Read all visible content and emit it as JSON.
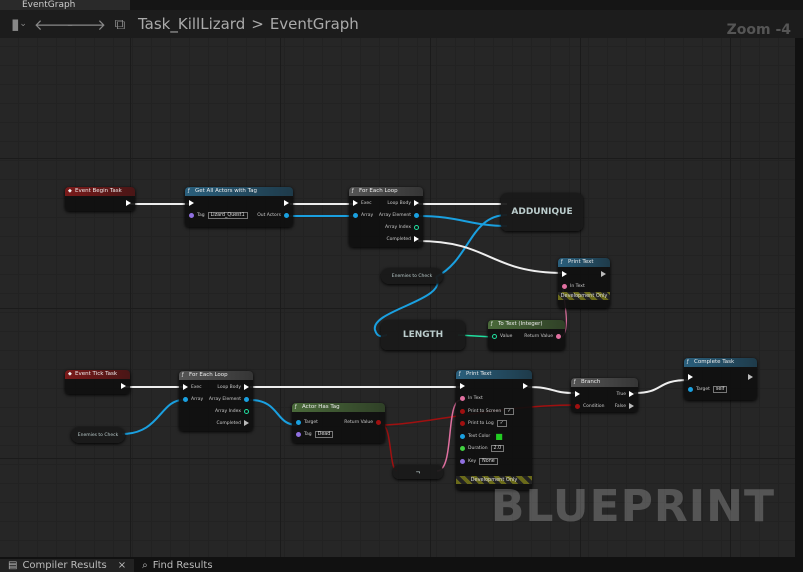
{
  "doc_tab": "EventGraph",
  "breadcrumb": {
    "blueprint": "Task_KillLizard",
    "separator": ">",
    "graph": "EventGraph"
  },
  "zoom_label": "Zoom -4",
  "watermark": "BLUEPRINT",
  "bottom_tabs": [
    {
      "label": "Compiler Results",
      "close": "×"
    },
    {
      "label": "Find Results"
    }
  ],
  "colors": {
    "event": "#7a1a1a",
    "function": "#2a5f7c",
    "pure": "#4a6a3a",
    "flow": "#555555",
    "exec": "#ffffff",
    "object": "#1aa0e0",
    "bool": "#a01010",
    "string": "#e070a0",
    "name": "#9070e0",
    "float": "#40d040",
    "int": "#20e0a0"
  },
  "nodes": [
    {
      "id": "begin",
      "title": "Event Begin Task",
      "type": "event",
      "left": [],
      "right": [
        {
          "t": "exec",
          "l": ""
        }
      ]
    },
    {
      "id": "getall",
      "title": "Get All Actors with Tag",
      "type": "function",
      "left": [
        {
          "t": "exec",
          "l": ""
        },
        {
          "t": "name",
          "l": "Tag",
          "v": "Lizard_Quest1"
        }
      ],
      "right": [
        {
          "t": "exec",
          "l": ""
        },
        {
          "t": "object",
          "l": "Out Actors"
        }
      ]
    },
    {
      "id": "loop1",
      "title": "For Each Loop",
      "type": "flow",
      "left": [
        {
          "t": "exec",
          "l": "Exec"
        },
        {
          "t": "object",
          "l": "Array"
        }
      ],
      "right": [
        {
          "t": "exec",
          "l": "Loop Body"
        },
        {
          "t": "object",
          "l": "Array Element"
        },
        {
          "t": "int",
          "l": "Array Index"
        },
        {
          "t": "exec",
          "l": "Completed"
        }
      ]
    },
    {
      "id": "print1",
      "title": "Print Text",
      "type": "function",
      "left": [
        {
          "t": "exec",
          "l": ""
        },
        {
          "t": "string",
          "l": "In Text"
        }
      ],
      "right": [
        {
          "t": "exech",
          "l": ""
        }
      ],
      "dev": "Development Only"
    },
    {
      "id": "totext",
      "title": "To Text (Integer)",
      "type": "pure",
      "left": [
        {
          "t": "int",
          "l": "Value"
        }
      ],
      "right": [
        {
          "t": "string",
          "l": "Return Value"
        }
      ]
    },
    {
      "id": "tick",
      "title": "Event Tick Task",
      "type": "event",
      "left": [],
      "right": [
        {
          "t": "exec",
          "l": ""
        }
      ]
    },
    {
      "id": "loop2",
      "title": "For Each Loop",
      "type": "flow",
      "left": [
        {
          "t": "exec",
          "l": "Exec"
        },
        {
          "t": "object",
          "l": "Array"
        }
      ],
      "right": [
        {
          "t": "exec",
          "l": "Loop Body"
        },
        {
          "t": "object",
          "l": "Array Element"
        },
        {
          "t": "int",
          "l": "Array Index"
        },
        {
          "t": "exech",
          "l": "Completed"
        }
      ]
    },
    {
      "id": "hastag",
      "title": "Actor Has Tag",
      "subtitle": "Target is Actor",
      "type": "pure",
      "left": [
        {
          "t": "object",
          "l": "Target"
        },
        {
          "t": "name",
          "l": "Tag",
          "v": "Dead"
        }
      ],
      "right": [
        {
          "t": "bool",
          "l": "Return Value"
        }
      ]
    },
    {
      "id": "print2",
      "title": "Print Text",
      "type": "function",
      "left": [
        {
          "t": "exec",
          "l": ""
        },
        {
          "t": "string",
          "l": "In Text"
        },
        {
          "t": "bool",
          "l": "Print to Screen",
          "v": "✓"
        },
        {
          "t": "bool",
          "l": "Print to Log",
          "v": "✓"
        },
        {
          "t": "object",
          "l": "Text Color",
          "v": "■"
        },
        {
          "t": "float",
          "l": "Duration",
          "v": "2.0"
        },
        {
          "t": "name",
          "l": "Key",
          "v": "None"
        }
      ],
      "right": [
        {
          "t": "exec",
          "l": ""
        }
      ],
      "dev": "Development Only"
    },
    {
      "id": "branch",
      "title": "Branch",
      "type": "flow",
      "left": [
        {
          "t": "exec",
          "l": ""
        },
        {
          "t": "bool",
          "l": "Condition"
        }
      ],
      "right": [
        {
          "t": "exec",
          "l": "True"
        },
        {
          "t": "exech",
          "l": "False"
        }
      ]
    },
    {
      "id": "complete",
      "title": "Complete Task",
      "subtitle": "Target is Narrative Task",
      "type": "function",
      "left": [
        {
          "t": "exec",
          "l": ""
        },
        {
          "t": "object",
          "l": "Target",
          "v": "self"
        }
      ],
      "right": [
        {
          "t": "exech",
          "l": ""
        }
      ]
    }
  ],
  "compact_nodes": [
    {
      "id": "addunique",
      "label": "ADDUNIQUE"
    },
    {
      "id": "length",
      "label": "LENGTH"
    },
    {
      "id": "var1",
      "label": "Enemies to Check"
    },
    {
      "id": "var2",
      "label": "Enemies to Check"
    },
    {
      "id": "not",
      "label": "¬"
    }
  ]
}
